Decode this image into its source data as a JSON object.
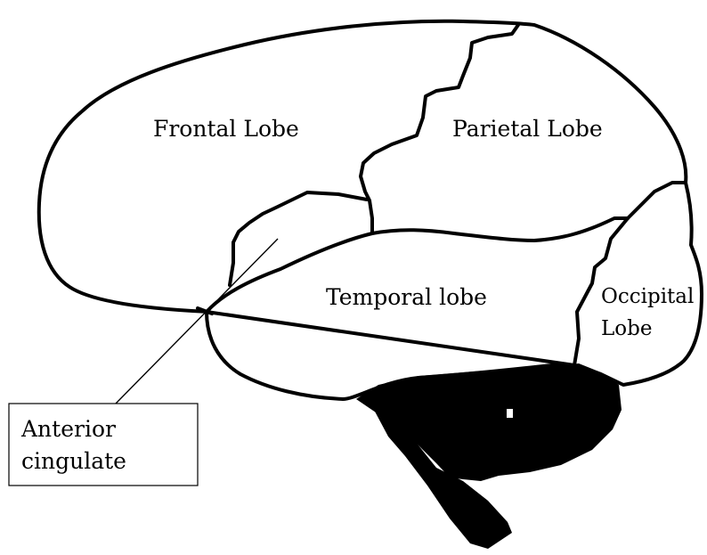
{
  "labels": {
    "frontal": "Frontal Lobe",
    "parietal": "Parietal Lobe",
    "temporal": "Temporal lobe",
    "occipital_line1": "Occipital",
    "occipital_line2": "Lobe",
    "anterior_line1": "Anterior",
    "anterior_line2": "cingulate"
  },
  "colors": {
    "outline": "#000000",
    "background": "#ffffff",
    "cerebellum": "#000000"
  }
}
